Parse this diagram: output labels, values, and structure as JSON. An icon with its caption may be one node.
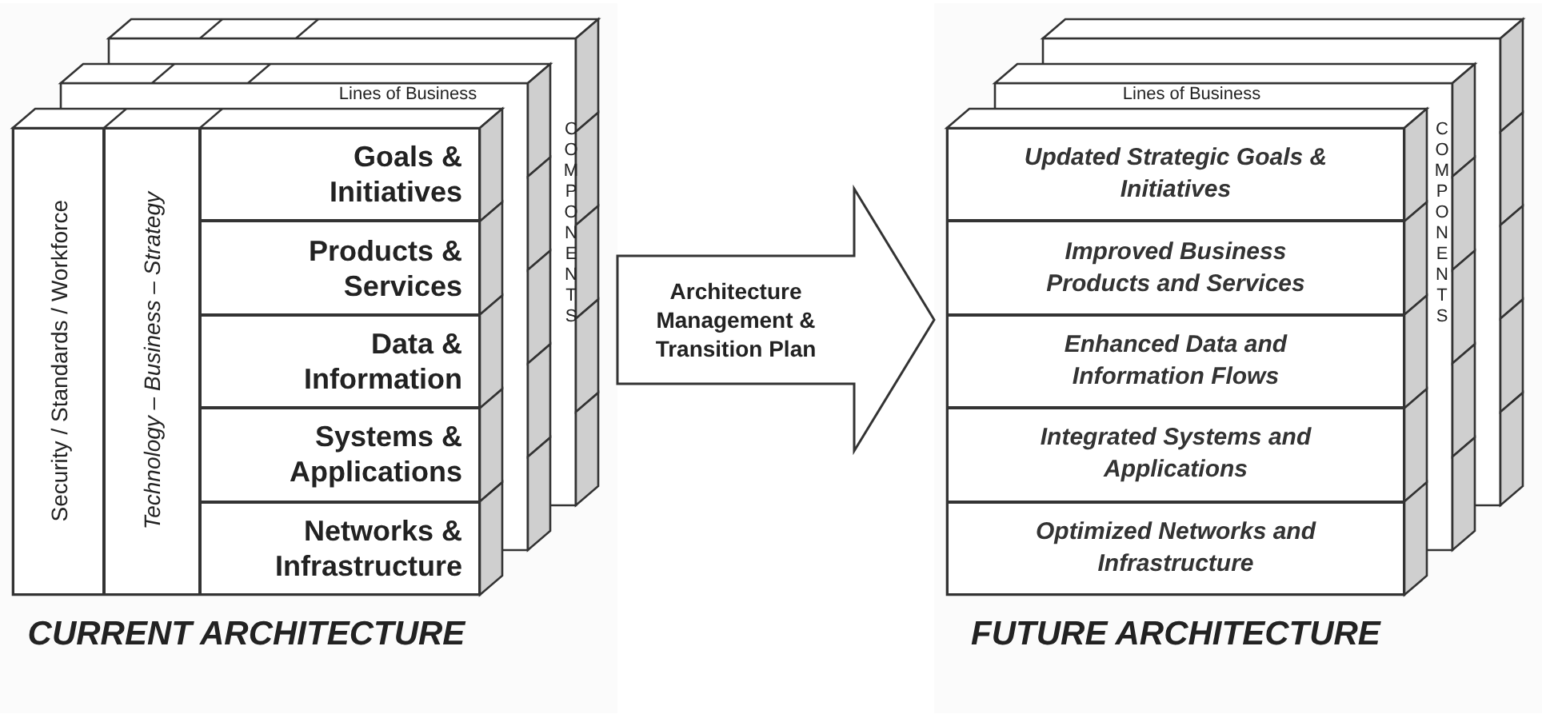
{
  "diagram": {
    "nodes": [
      {
        "text": [
          "CURRENT ARCHITECTURE"
        ]
      },
      {
        "text": [
          "Lines of Business"
        ],
        "in": 0
      },
      {
        "text": [
          "Security / Standards / Workforce"
        ],
        "in": 0
      },
      {
        "text": [
          "Technology – Business – Strategy"
        ],
        "in": 0
      },
      {
        "text": [
          "Goals & Initiatives"
        ],
        "in": 0
      },
      {
        "text": [
          "Products & Services"
        ],
        "in": 0
      },
      {
        "text": [
          "Data & Information"
        ],
        "in": 0
      },
      {
        "text": [
          "Systems & Applications"
        ],
        "in": 0
      },
      {
        "text": [
          "Networks & Infrastructure"
        ],
        "in": 0
      },
      {
        "text": [
          "COMPONENTS"
        ],
        "in": 0
      },
      {
        "text": [
          "FUTURE ARCHITECTURE"
        ]
      },
      {
        "text": [
          "Lines of Business"
        ],
        "in": 10
      },
      {
        "text": [
          "Updated Strategic Goals & Initiatives"
        ],
        "in": 10
      },
      {
        "text": [
          "Improved Business Products and Services"
        ],
        "in": 10
      },
      {
        "text": [
          "Enhanced Data and Information Flows"
        ],
        "in": 10
      },
      {
        "text": [
          "Integrated Systems and Applications"
        ],
        "in": 10
      },
      {
        "text": [
          "Optimized Networks and Infrastructure"
        ],
        "in": 10
      },
      {
        "text": [
          "COMPONENTS"
        ],
        "in": 10
      }
    ],
    "edges": [
      {
        "from": 0,
        "to": 10,
        "arrow": "to",
        "label": "Architecture Management & Transition Plan"
      }
    ]
  }
}
